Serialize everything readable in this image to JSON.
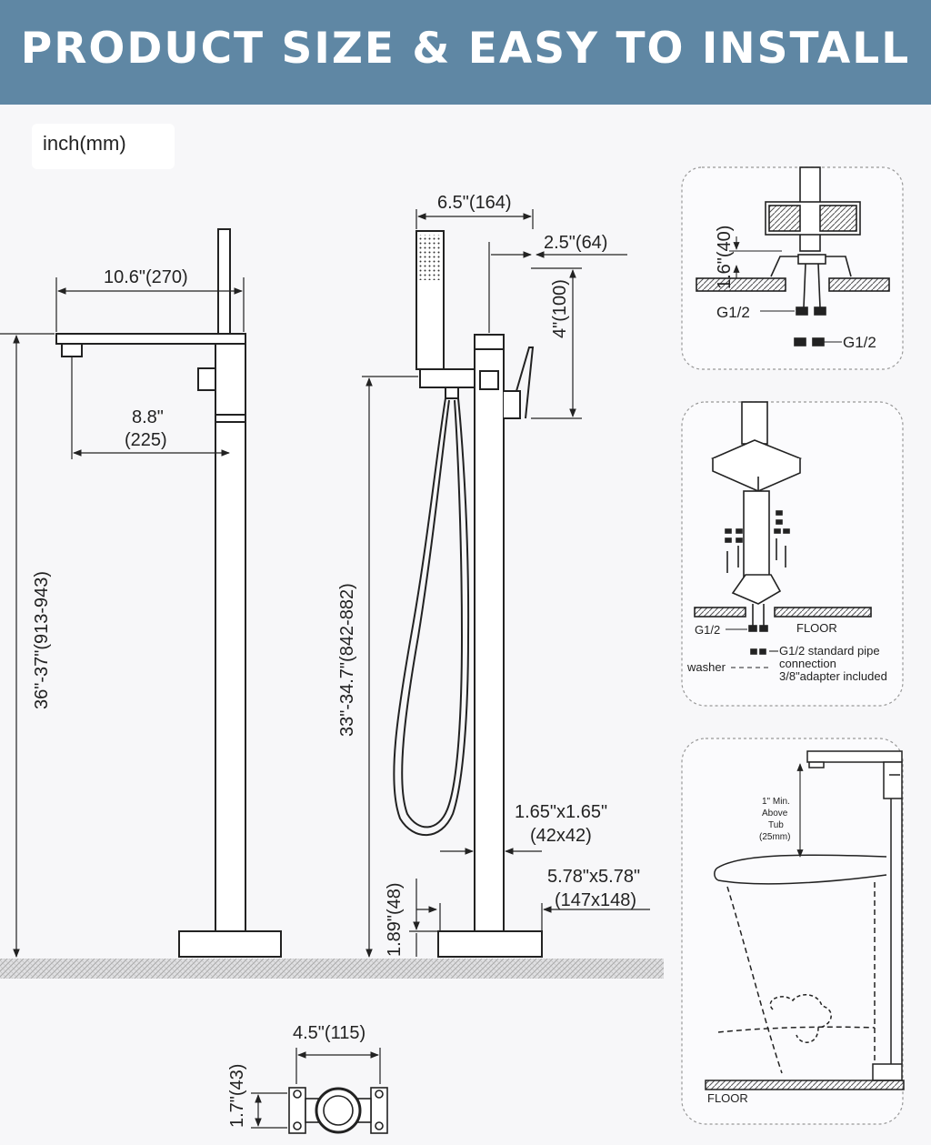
{
  "header": {
    "title": "PRODUCT SIZE & EASY TO INSTALL",
    "bg_color": "#5f87a4"
  },
  "unit_note": "inch(mm)",
  "side_view": {
    "spout_length": "10.6\"(270)",
    "spout_reach_top": "8.8\"",
    "spout_reach_bottom": "(225)",
    "total_height": "36\"-37\"(913-943)"
  },
  "front_view": {
    "handshower_offset": "6.5\"(164)",
    "handle_offset": "2.5\"(64)",
    "handle_height": "4\"(100)",
    "holder_height": "33\"-34.7\"(842-882)",
    "column_size_top": "1.65\"x1.65\"",
    "column_size_bottom": "(42x42)",
    "base_size_top": "5.78\"x5.78\"",
    "base_size_bottom": "(147x148)",
    "base_height": "1.89\"(48)"
  },
  "bottom_view": {
    "width": "4.5\"(115)",
    "height": "1.7\"(43)"
  },
  "panel_install": {
    "depth": "1.6\"(40)",
    "pipe_left": "G1/2",
    "pipe_right": "G1/2"
  },
  "panel_mount": {
    "pipe": "G1/2",
    "floor": "FLOOR",
    "washer": "washer",
    "note_line1": "G1/2 standard pipe",
    "note_line2": "connection",
    "note_line3": "3/8\"adapter included"
  },
  "panel_tub": {
    "clearance_line1": "1\" Min.",
    "clearance_line2": "Above",
    "clearance_line3": "Tub",
    "clearance_line4": "(25mm)",
    "floor": "FLOOR"
  }
}
